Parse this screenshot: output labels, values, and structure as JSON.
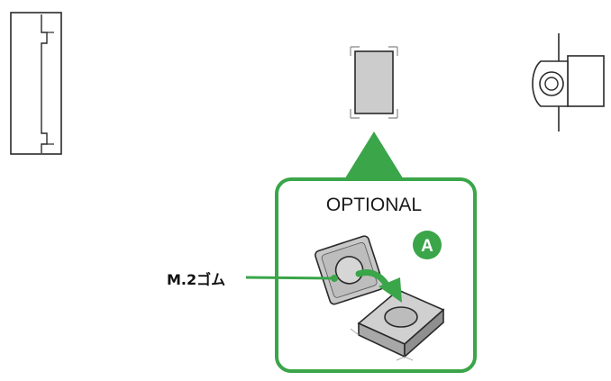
{
  "callout": {
    "title": "OPTIONAL",
    "badge_letter": "A",
    "part_label": "M.2ゴム"
  },
  "colors": {
    "green": "#3aa549",
    "gray_fill": "#c8c8c8",
    "outline": "#2a2a2a"
  }
}
